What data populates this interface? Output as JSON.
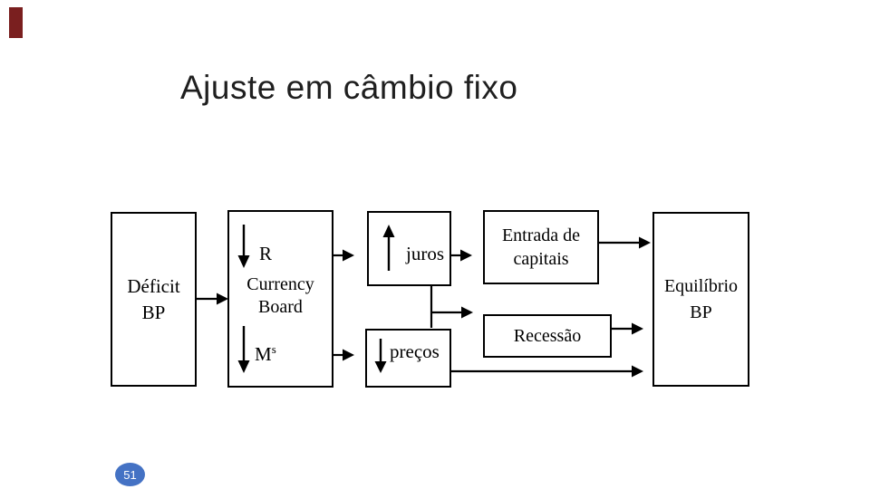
{
  "slide": {
    "title": "Ajuste em câmbio fixo",
    "page_number": "51",
    "accent_color": "#4472c4",
    "marker_color": "#7a1f1f"
  },
  "diagram": {
    "nodes": {
      "deficit": {
        "lines": [
          "Déficit",
          "BP"
        ]
      },
      "currency_board": {
        "reserves_label": "R",
        "reserves_arrow": "down",
        "name_lines": [
          "Currency",
          "Board"
        ],
        "money_supply_base": "M",
        "money_supply_sup": "s",
        "money_supply_arrow": "down"
      },
      "juros": {
        "label": "juros",
        "arrow": "up"
      },
      "precos": {
        "label": "preços",
        "arrow": "down"
      },
      "entrada": {
        "lines": [
          "Entrada de",
          "capitais"
        ]
      },
      "recessao": {
        "label": "Recessão"
      },
      "equilibrio": {
        "lines": [
          "Equilíbrio",
          "BP"
        ]
      }
    }
  }
}
